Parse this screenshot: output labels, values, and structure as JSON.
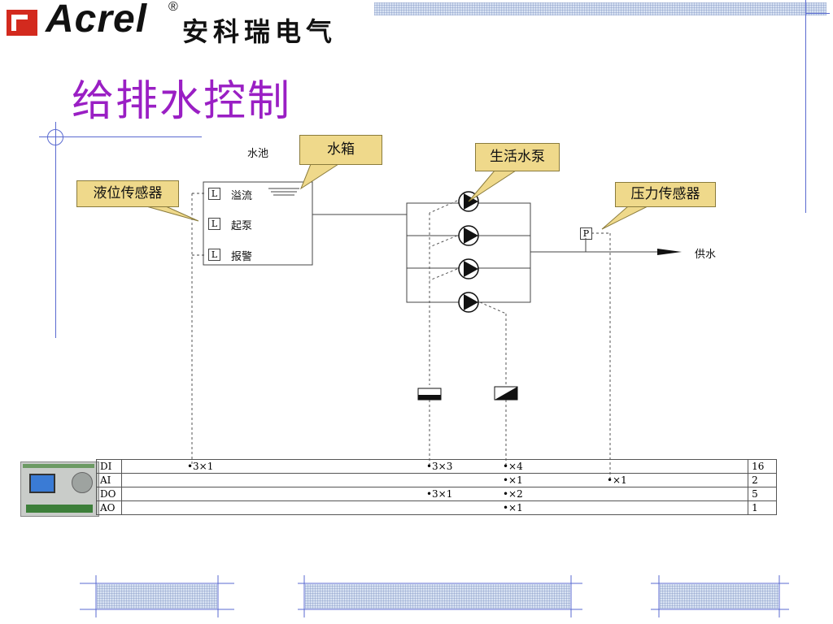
{
  "header": {
    "brand": "Acrel",
    "registered": "®",
    "brand_cn": "安科瑞电气",
    "accent_color": "#d32a1e"
  },
  "title": "给排水控制",
  "diagram": {
    "tank_label": "水池",
    "tank_levels": [
      {
        "sensor": "L",
        "label": "溢流"
      },
      {
        "sensor": "L",
        "label": "起泵"
      },
      {
        "sensor": "L",
        "label": "报警"
      }
    ],
    "callouts": {
      "water_tank": "水箱",
      "level_sensor": "液位传感器",
      "pump": "生活水泵",
      "pressure_sensor": "压力传感器"
    },
    "pressure_symbol": "P",
    "supply_label": "供水"
  },
  "io_table": {
    "rows": [
      {
        "type": "DI",
        "marks": [
          "•3×1",
          "•3×3",
          "•×4",
          ""
        ],
        "total": "16"
      },
      {
        "type": "AI",
        "marks": [
          "",
          "",
          "•×1",
          "•×1"
        ],
        "total": "2"
      },
      {
        "type": "DO",
        "marks": [
          "",
          "•3×1",
          "•×2",
          ""
        ],
        "total": "5"
      },
      {
        "type": "AO",
        "marks": [
          "",
          "",
          "•×1",
          ""
        ],
        "total": "1"
      }
    ]
  }
}
